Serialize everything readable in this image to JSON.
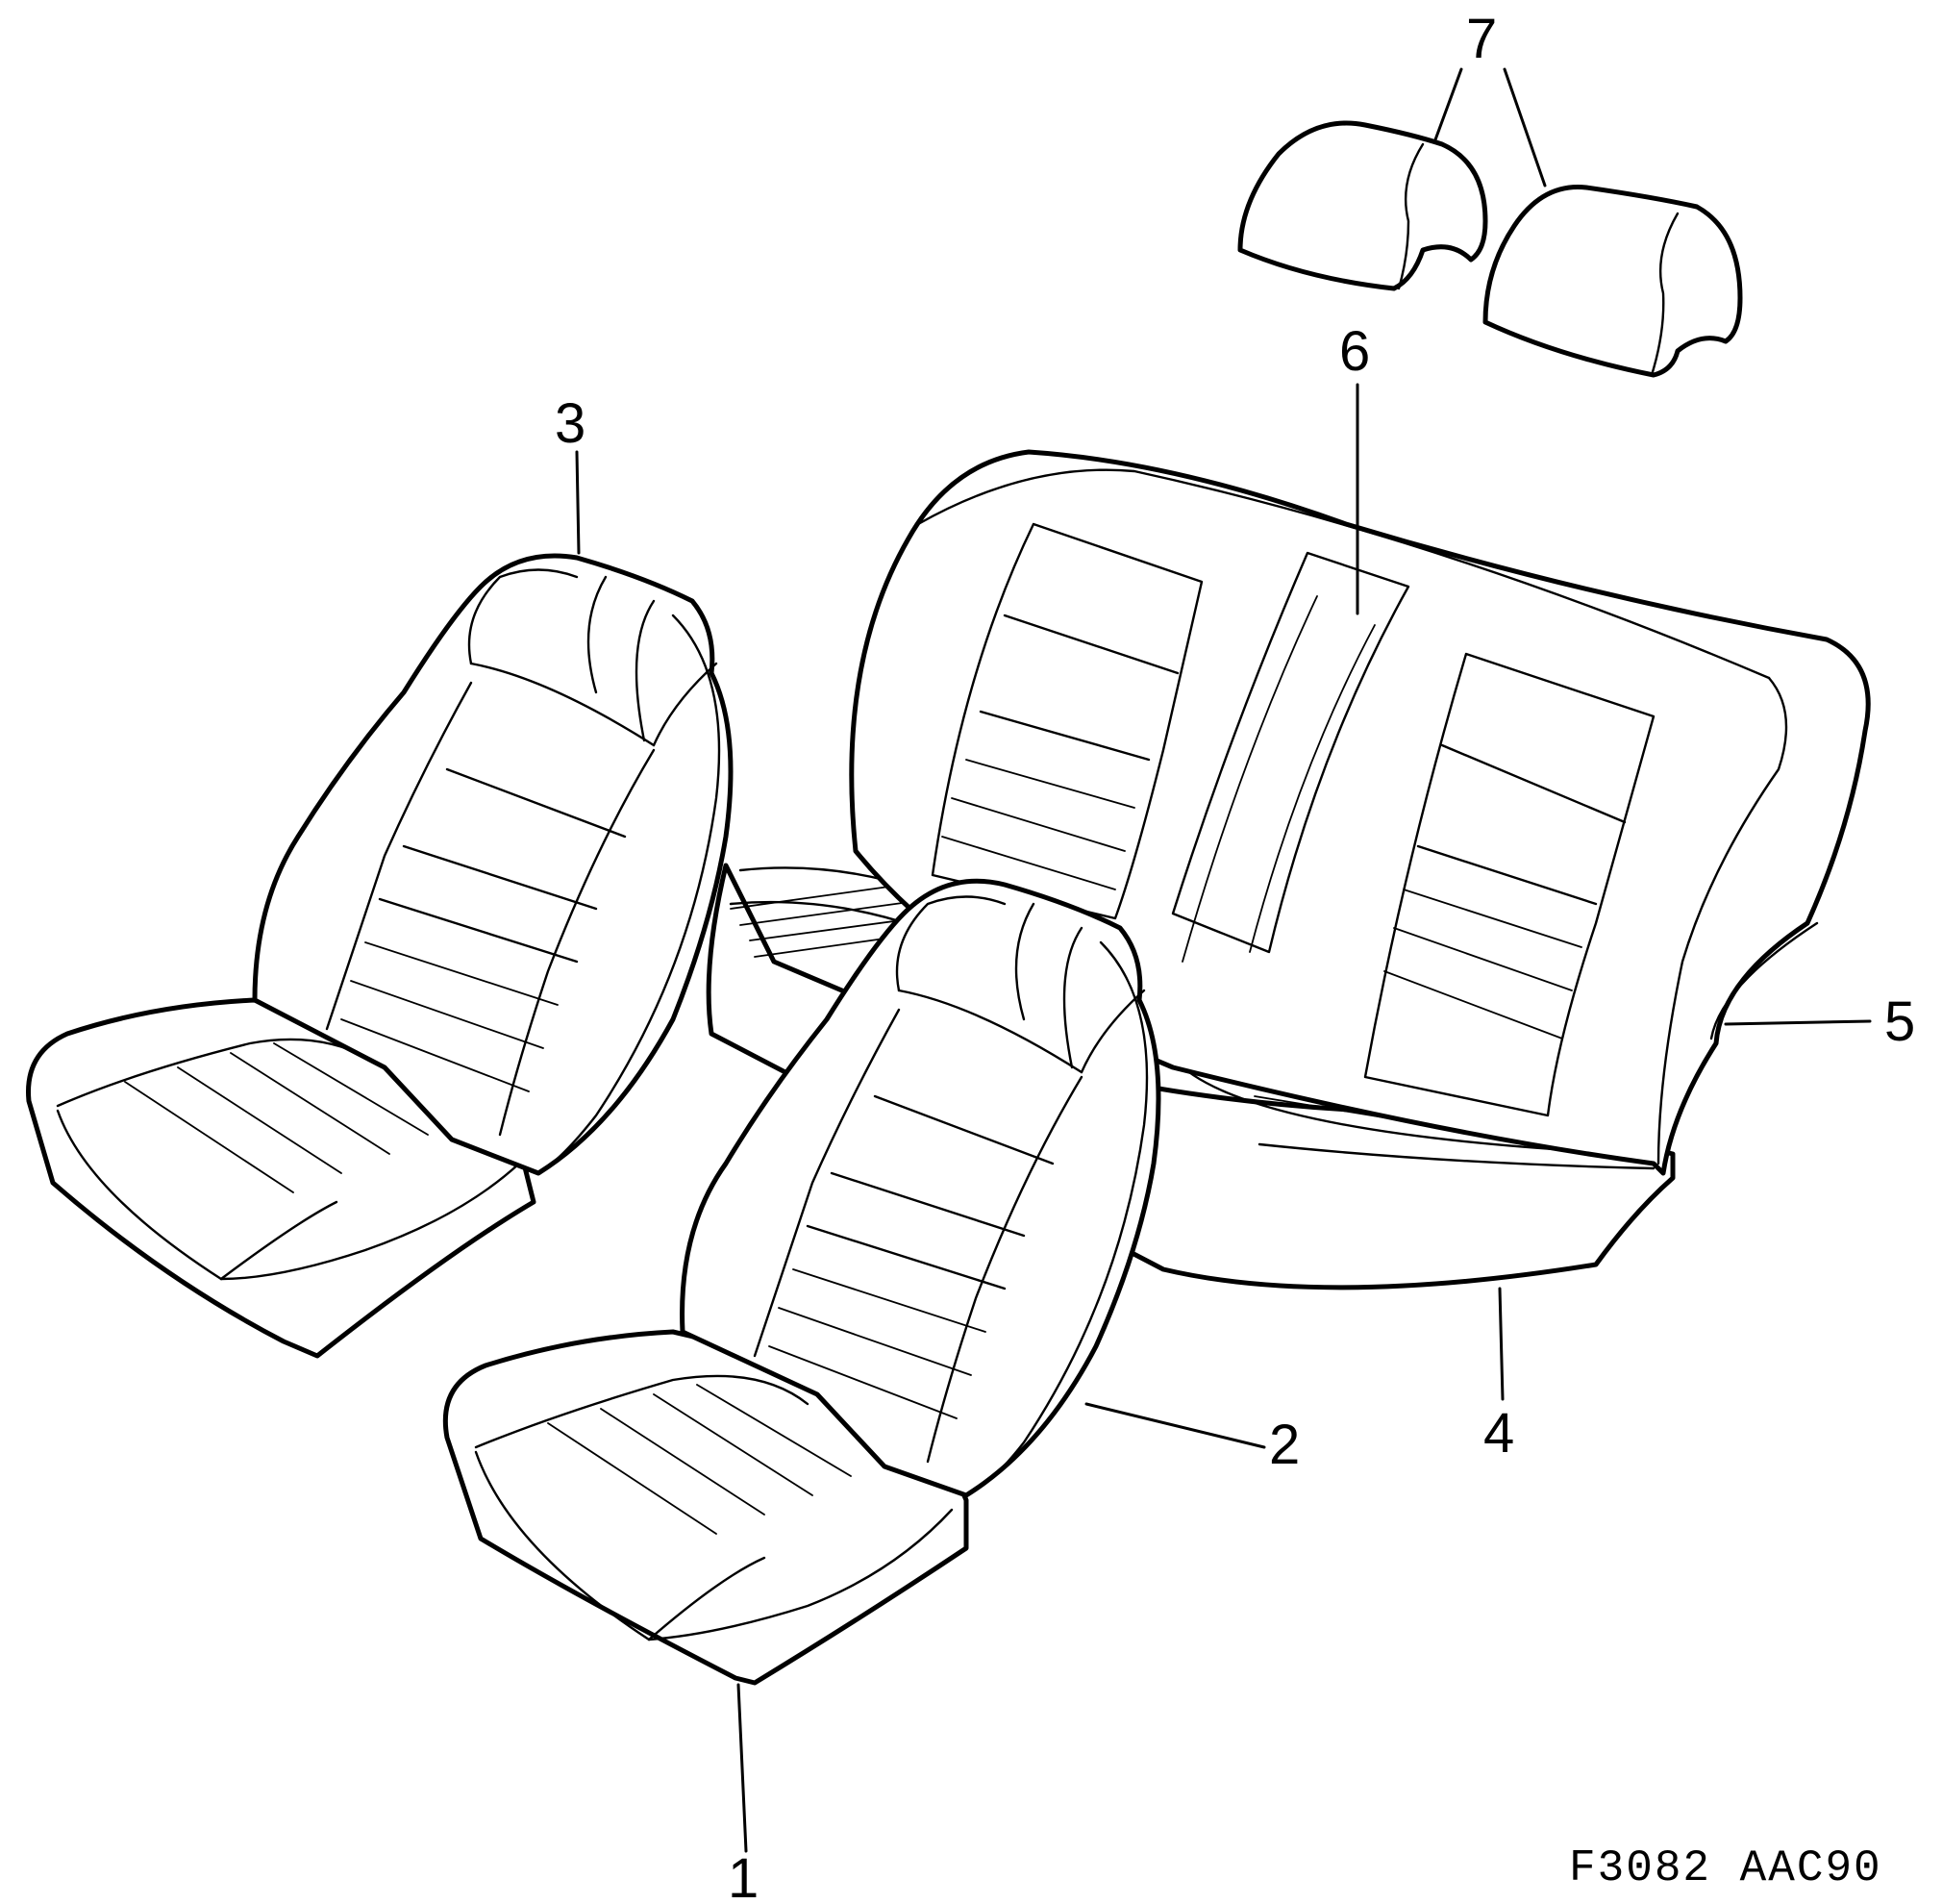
{
  "callouts": {
    "c1": "1",
    "c2": "2",
    "c3": "3",
    "c4": "4",
    "c5": "5",
    "c6": "6",
    "c7": "7"
  },
  "figure_code": "F3082 AAC90",
  "line_color": "#000000",
  "background_color": "#ffffff"
}
